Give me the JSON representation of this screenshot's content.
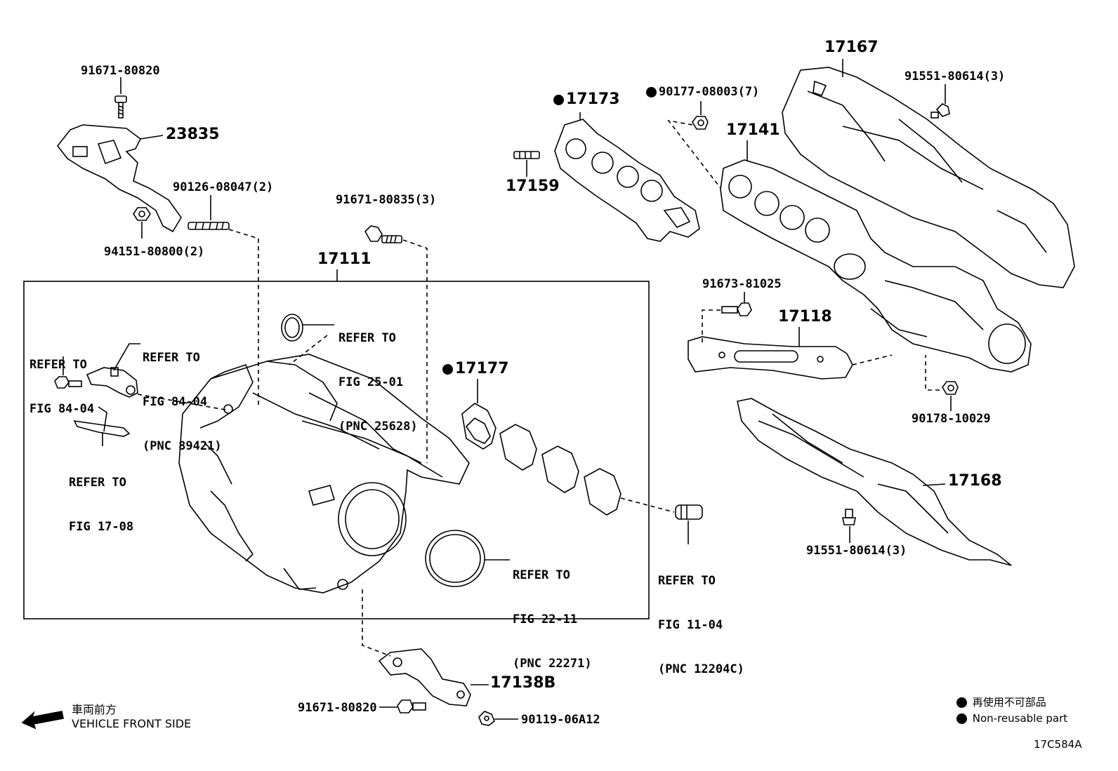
{
  "figure_code": "17C584A",
  "vehicle_front": {
    "jp": "車両前方",
    "en": "VEHICLE FRONT SIDE"
  },
  "legend": {
    "jp": "再使用不可部品",
    "en": "Non-reusable part"
  },
  "parts": {
    "p91671_80820_top": "91671-80820",
    "p23835": "23835",
    "p90126_08047": "90126-08047(2)",
    "p94151_80800": "94151-80800(2)",
    "p91671_80835": "91671-80835(3)",
    "p17111": "17111",
    "p17173": "17173",
    "p90177_08003": "90177-08003(7)",
    "p17167": "17167",
    "p91551_80614_top": "91551-80614(3)",
    "p17141": "17141",
    "p17159": "17159",
    "p91673_81025": "91673-81025",
    "p17118": "17118",
    "p17177": "17177",
    "p90178_10029": "90178-10029",
    "p17168": "17168",
    "p91551_80614_bot": "91551-80614(3)",
    "p17138b": "17138B",
    "p91671_80820_bot": "91671-80820",
    "p90119_06a12": "90119-06A12"
  },
  "refs": {
    "ref_25_01": {
      "l1": "REFER TO",
      "l2": "FIG 25-01",
      "l3": "(PNC 25628)"
    },
    "ref_84_04_a": {
      "l1": "REFER TO",
      "l2": "FIG 84-04"
    },
    "ref_84_04_b": {
      "l1": "REFER TO",
      "l2": "FIG 84-04",
      "l3": "(PNC 89421)"
    },
    "ref_17_08": {
      "l1": "REFER TO",
      "l2": "FIG 17-08"
    },
    "ref_22_11": {
      "l1": "REFER TO",
      "l2": "FIG 22-11",
      "l3": "(PNC 22271)"
    },
    "ref_11_04": {
      "l1": "REFER TO",
      "l2": "FIG 11-04",
      "l3": "(PNC 12204C)"
    }
  }
}
